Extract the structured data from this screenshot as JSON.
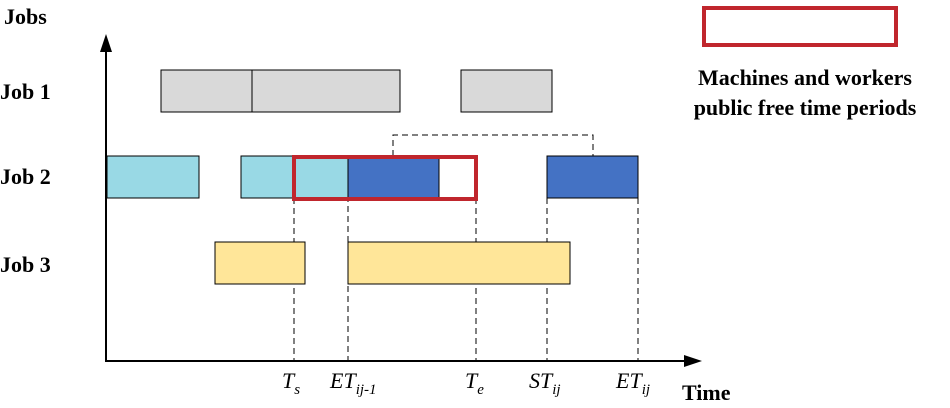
{
  "axis": {
    "y_label": "Jobs",
    "x_label": "Time"
  },
  "jobs": [
    {
      "label": "Job 1"
    },
    {
      "label": "Job 2"
    },
    {
      "label": "Job 3"
    }
  ],
  "legend": {
    "line1": "Machines and workers",
    "line2": "public free time periods",
    "box_color": "#c0262d"
  },
  "time_markers": [
    {
      "base": "T",
      "sub": "s"
    },
    {
      "base": "ET",
      "sub": "ij-1"
    },
    {
      "base": "T",
      "sub": "e"
    },
    {
      "base": "ST",
      "sub": "ij"
    },
    {
      "base": "ET",
      "sub": "ij"
    }
  ],
  "colors": {
    "job1_block": "#d9d9d9",
    "job2_light_block": "#99d9e5",
    "job2_dark_block": "#4472c4",
    "job3_block": "#ffe699",
    "free_period_outline": "#c0262d"
  }
}
